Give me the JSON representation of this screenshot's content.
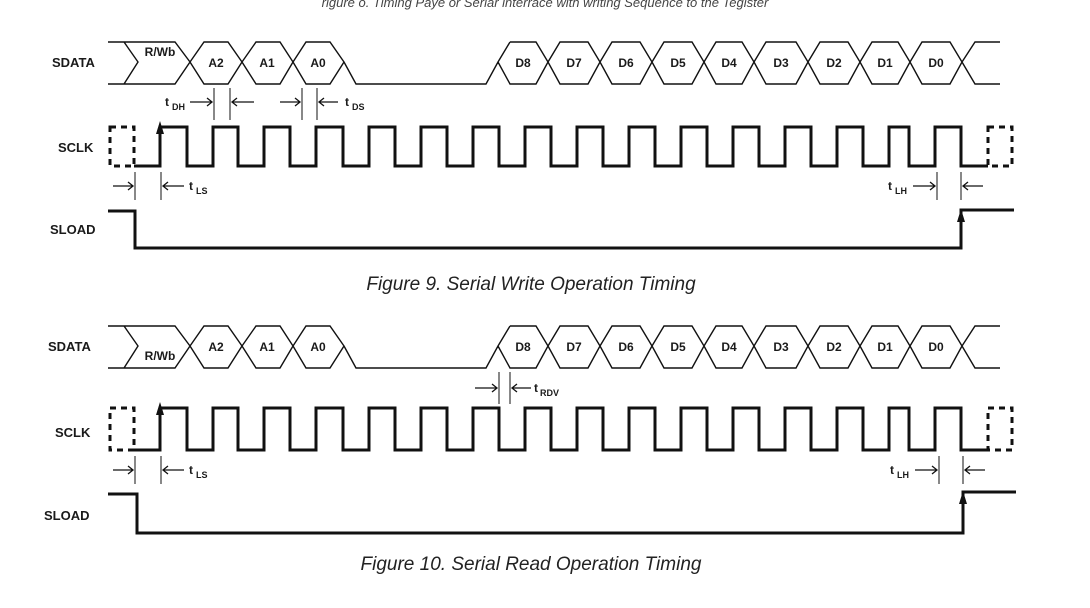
{
  "header_clip": "rigure o. Timing Paye or Seriar interrace with writing Sequence to the Tegister",
  "signals": {
    "sdata": "SDATA",
    "sclk": "SCLK",
    "sload": "SLOAD"
  },
  "bits": {
    "rw": "R/Wb",
    "addr": [
      "A2",
      "A1",
      "A0"
    ],
    "data": [
      "D8",
      "D7",
      "D6",
      "D5",
      "D4",
      "D3",
      "D2",
      "D1",
      "D0"
    ]
  },
  "timing": {
    "tDH": {
      "main": "t",
      "sub": "DH"
    },
    "tDS": {
      "main": "t",
      "sub": "DS"
    },
    "tLS": {
      "main": "t",
      "sub": "LS"
    },
    "tLH": {
      "main": "t",
      "sub": "LH"
    },
    "tRDV": {
      "main": "t",
      "sub": "RDV"
    }
  },
  "diagrams": [
    {
      "id": "write",
      "caption": "Figure 9.  Serial Write Operation Timing"
    },
    {
      "id": "read",
      "caption": "Figure 10.  Serial Read Operation Timing"
    }
  ]
}
